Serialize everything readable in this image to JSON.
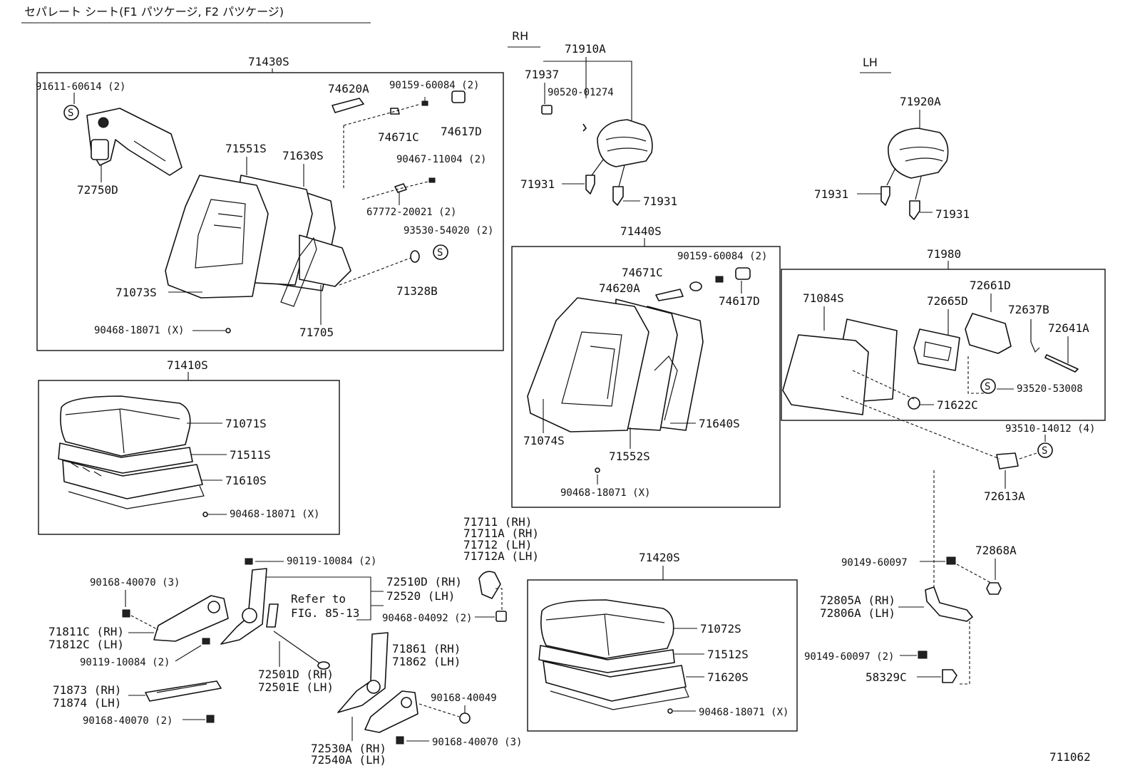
{
  "header": {
    "title": "セパレート シート(F1 パツケージ, F2 パツケージ)",
    "rh": "RH",
    "lh": "LH",
    "figure_no": "711062"
  },
  "boxes": {
    "b71430": "71430S",
    "b71410": "71410S",
    "b71440": "71440S",
    "b71980": "71980",
    "b71420": "71420S"
  },
  "labels": {
    "l91611": "91611-60614 (2)",
    "l72750": "72750D",
    "l74620a": "74620A",
    "l90159a": "90159-60084 (2)",
    "l74671c": "74671C",
    "l74617d": "74617D",
    "l71551": "71551S",
    "l71630": "71630S",
    "l90467": "90467-11004 (2)",
    "l67772": "67772-20021 (2)",
    "l93530": "93530-54020 (2)",
    "l71328": "71328B",
    "l71073": "71073S",
    "l71705": "71705",
    "l90468a": "90468-18071 (X)",
    "l71071": "71071S",
    "l71511": "71511S",
    "l71610": "71610S",
    "l90468b": "90468-18071 (X)",
    "l71910": "71910A",
    "l71937": "71937",
    "l90520": "90520-01274",
    "l71931a": "71931",
    "l71931b": "71931",
    "l71920": "71920A",
    "l71931c": "71931",
    "l71931d": "71931",
    "l90159b": "90159-60084 (2)",
    "l74671c2": "74671C",
    "l74620a2": "74620A",
    "l74617d2": "74617D",
    "l71074": "71074S",
    "l71552": "71552S",
    "l71640": "71640S",
    "l90468c": "90468-18071 (X)",
    "l71084": "71084S",
    "l72665": "72665D",
    "l72661": "72661D",
    "l72637": "72637B",
    "l72641": "72641A",
    "l93520": "93520-53008",
    "l71622": "71622C",
    "l93510": "93510-14012 (4)",
    "l72613": "72613A",
    "l71711": "71711  (RH)",
    "l71711a": "71711A (RH)",
    "l71712": "71712  (LH)",
    "l71712a": "71712A (LH)",
    "l90468d": "90468-04092 (2)",
    "l90119a": "90119-10084 (2)",
    "l72510": "72510D (RH)",
    "l72520": "72520  (LH)",
    "l_ref1": "Refer to",
    "l_ref2": "FIG. 85-13",
    "l90168a": "90168-40070 (3)",
    "l71811": "71811C (RH)",
    "l71812": "71812C (LH)",
    "l90119b": "90119-10084 (2)",
    "l72501d": "72501D (RH)",
    "l72501e": "72501E (LH)",
    "l71873": "71873 (RH)",
    "l71874": "71874 (LH)",
    "l90168b": "90168-40070 (2)",
    "l71861": "71861 (RH)",
    "l71862": "71862 (LH)",
    "l90168c": "90168-40049",
    "l90168d": "90168-40070 (3)",
    "l72530": "72530A (RH)",
    "l72540": "72540A (LH)",
    "l71072": "71072S",
    "l71512": "71512S",
    "l71620": "71620S",
    "l90468e": "90468-18071 (X)",
    "l90149a": "90149-60097",
    "l72868": "72868A",
    "l72805": "72805A (RH)",
    "l72806": "72806A (LH)",
    "l90149b": "90149-60097 (2)",
    "l58329": "58329C"
  },
  "symbols": {
    "s": "S"
  }
}
